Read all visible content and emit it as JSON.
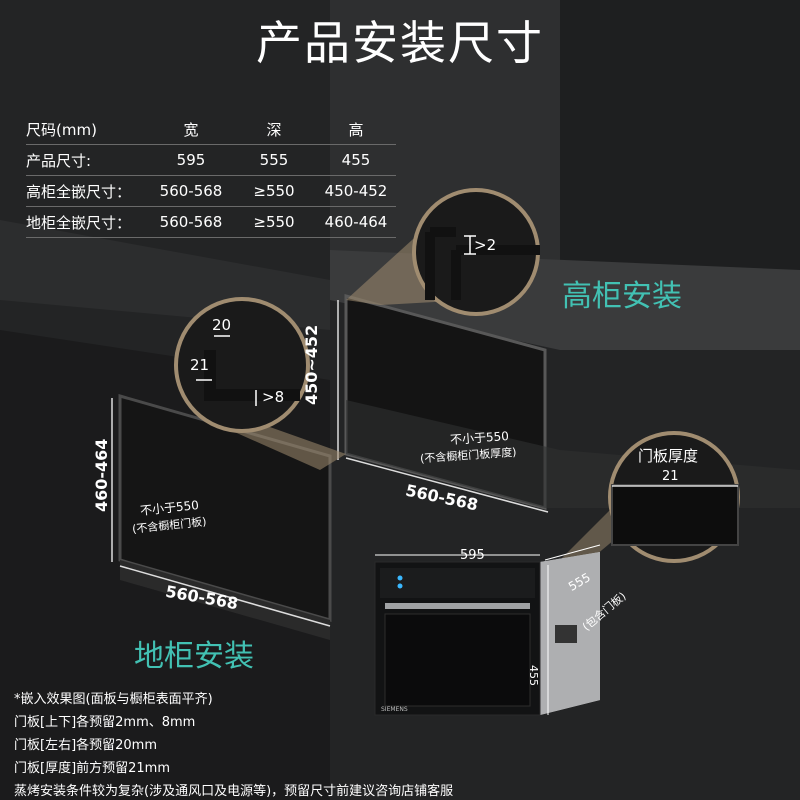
{
  "title": "产品安装尺寸",
  "spec_table": {
    "headers": [
      "尺码(mm)",
      "宽",
      "深",
      "高"
    ],
    "rows": [
      [
        "产品尺寸:",
        "595",
        "555",
        "455"
      ],
      [
        "高柜全嵌尺寸：",
        "560-568",
        "≥550",
        "450-452"
      ],
      [
        "地柜全嵌尺寸：",
        "560-568",
        "≥550",
        "460-464"
      ]
    ]
  },
  "tall_cabinet": {
    "label": "高柜安装",
    "gap_top": ">2",
    "height": "450~452",
    "depth_line1": "不小于550",
    "depth_line2": "(不含橱柜门板厚度)",
    "width": "560-568"
  },
  "base_cabinet": {
    "label": "地柜安装",
    "gap_top": "20",
    "gap_side": "21",
    "gap_bottom": ">8",
    "height": "460-464",
    "depth_line1": "不小于550",
    "depth_line2": "(不含橱柜门板)",
    "width": "560-568"
  },
  "door_detail": {
    "label": "门板厚度",
    "value": "21"
  },
  "oven": {
    "width": "595",
    "depth": "555",
    "depth_note": "(包含门板)",
    "height": "455",
    "brand": "SIEMENS"
  },
  "notes": [
    "*嵌入效果图(面板与橱柜表面平齐)",
    "门板[上下]各预留2mm、8mm",
    "门板[左右]各预留20mm",
    "门板[厚度]前方预留21mm",
    "蒸烤安装条件较为复杂(涉及通风口及电源等)，预留尺寸前建议咨询店铺客服"
  ],
  "colors": {
    "background": "#232425",
    "accent_teal": "#42c1b3",
    "callout_tan": "#a08c70"
  }
}
